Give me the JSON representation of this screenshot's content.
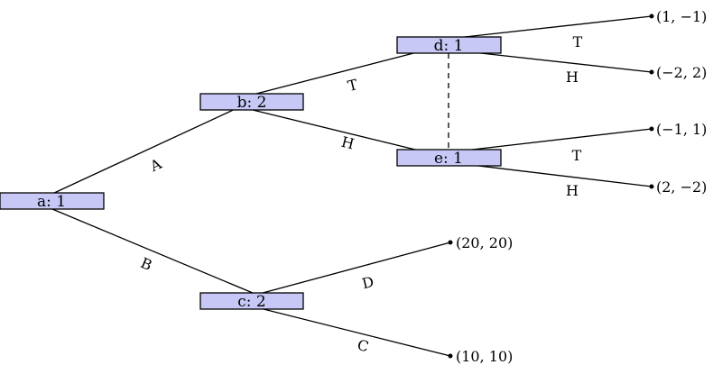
{
  "nodes": {
    "a": "a: 1",
    "b": "b: 2",
    "c": "c: 2",
    "d": "d: 1",
    "e": "e: 1"
  },
  "edge_labels": {
    "a_b": "A",
    "a_c": "B",
    "b_d": "T",
    "b_e": "H",
    "c_top": "D",
    "c_bottom": "C",
    "d_top": "T",
    "d_bottom": "H",
    "e_top": "T",
    "e_bottom": "H"
  },
  "payoffs": {
    "d_top": "(1, −1)",
    "d_bottom": "(−2, 2)",
    "e_top": "(−1, 1)",
    "e_bottom": "(2, −2)",
    "c_top": "(20, 20)",
    "c_bottom": "(10, 10)"
  },
  "colors": {
    "node_fill": "#c8c8f7"
  }
}
